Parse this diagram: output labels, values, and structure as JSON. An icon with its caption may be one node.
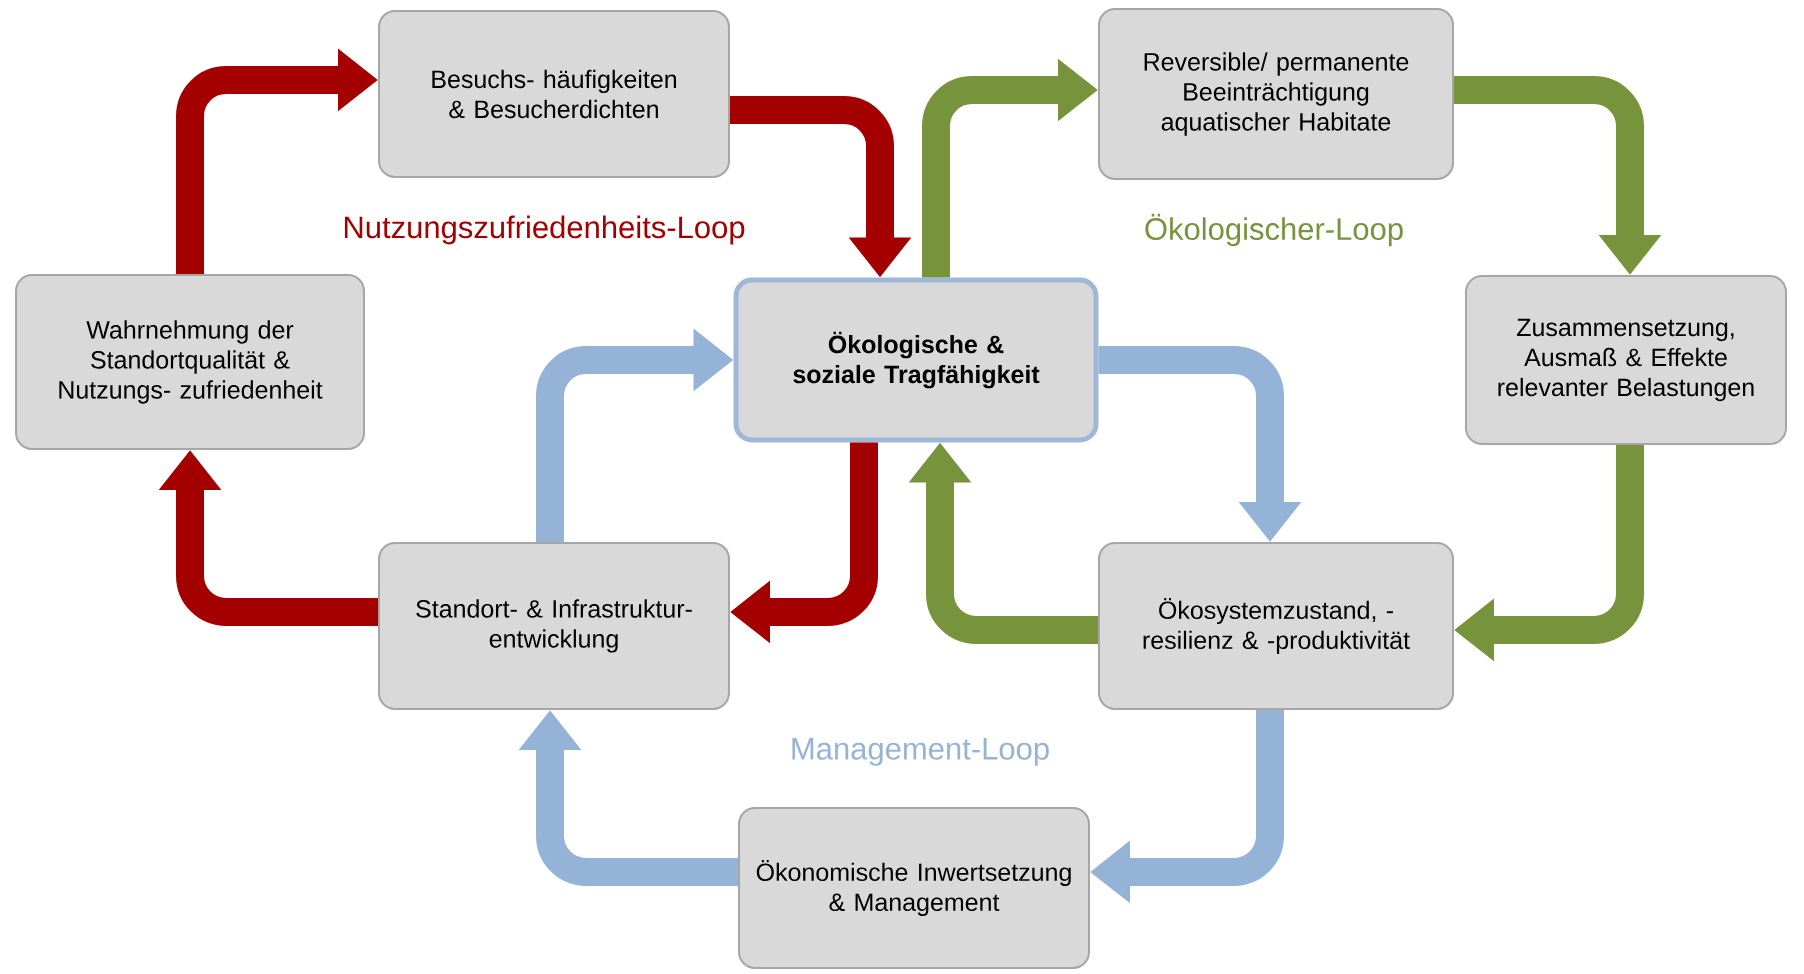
{
  "diagram": {
    "nodes": [
      {
        "text": [
          "Besuchs- häufigkeiten & Besucherdichten"
        ]
      },
      {
        "text": [
          "Reversible/ permanente Beeinträchtigung aquatischer Habitate"
        ]
      },
      {
        "text": [
          "Wahrnehmung der Standortqualität & Nutzungs- zufriedenheit"
        ]
      },
      {
        "text": [
          "Ökologische & soziale Tragfähigkeit"
        ]
      },
      {
        "text": [
          "Zusammensetzung, Ausmaß & Effekte relevanter Belastungen"
        ]
      },
      {
        "text": [
          "Standort- & Infrastruktur- entwicklung"
        ]
      },
      {
        "text": [
          "Ökosystemzustand, -resilienz & -produktivität"
        ]
      },
      {
        "text": [
          "Ökonomische Inwertsetzung & Management"
        ]
      }
    ],
    "edges": [
      {
        "from": 2,
        "to": 0,
        "arrow": "to",
        "color": "#a50000"
      },
      {
        "from": 0,
        "to": 3,
        "arrow": "to",
        "color": "#a50000"
      },
      {
        "from": 3,
        "to": 5,
        "arrow": "to",
        "color": "#a50000"
      },
      {
        "from": 5,
        "to": 2,
        "arrow": "to",
        "color": "#a50000"
      },
      {
        "from": 3,
        "to": 1,
        "arrow": "to",
        "color": "#77933c"
      },
      {
        "from": 1,
        "to": 4,
        "arrow": "to",
        "color": "#77933c"
      },
      {
        "from": 4,
        "to": 6,
        "arrow": "to",
        "color": "#77933c"
      },
      {
        "from": 6,
        "to": 3,
        "arrow": "to",
        "color": "#77933c"
      },
      {
        "from": 5,
        "to": 3,
        "arrow": "to",
        "color": "#95b3d7"
      },
      {
        "from": 3,
        "to": 6,
        "arrow": "to",
        "color": "#95b3d7"
      },
      {
        "from": 6,
        "to": 7,
        "arrow": "to",
        "color": "#95b3d7"
      },
      {
        "from": 7,
        "to": 5,
        "arrow": "to",
        "color": "#95b3d7"
      }
    ],
    "labels": [
      "Nutzungszufriedenheits-Loop",
      "Ökologischer-Loop",
      "Management-Loop"
    ]
  }
}
